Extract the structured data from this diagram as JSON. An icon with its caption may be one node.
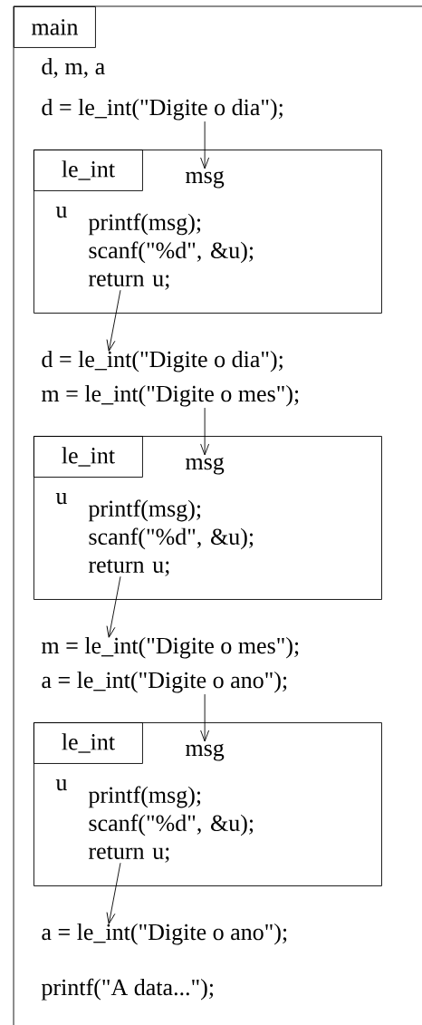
{
  "diagram": {
    "nodes": [
      {
        "text": [
          "main"
        ]
      },
      {
        "text": [
          "d = le_int(\"Digite o dia\");"
        ],
        "in": 0
      },
      {
        "text": [
          "le_int"
        ],
        "in": 0
      },
      {
        "text": [
          "msg"
        ],
        "in": 2
      },
      {
        "text": [
          "printf(msg); scanf(\"%d\", &u); return u;"
        ],
        "in": 2
      },
      {
        "text": [
          "d = le_int(\"Digite o dia\");"
        ],
        "in": 0
      },
      {
        "text": [
          "m = le_int(\"Digite o mes\");"
        ],
        "in": 0
      },
      {
        "text": [
          "le_int"
        ],
        "in": 0
      },
      {
        "text": [
          "msg"
        ],
        "in": 7
      },
      {
        "text": [
          "printf(msg); scanf(\"%d\", &u); return u;"
        ],
        "in": 7
      },
      {
        "text": [
          "m = le_int(\"Digite o mes\");"
        ],
        "in": 0
      },
      {
        "text": [
          "a = le_int(\"Digite o ano\");"
        ],
        "in": 0
      },
      {
        "text": [
          "le_int"
        ],
        "in": 0
      },
      {
        "text": [
          "msg"
        ],
        "in": 12
      },
      {
        "text": [
          "printf(msg); scanf(\"%d\", &u); return u;"
        ],
        "in": 12
      },
      {
        "text": [
          "a = le_int(\"Digite o ano\");"
        ],
        "in": 0
      }
    ],
    "edges": [
      {
        "from": 1,
        "to": 3,
        "arrow": "to"
      },
      {
        "from": 4,
        "to": 5,
        "arrow": "to"
      },
      {
        "from": 6,
        "to": 8,
        "arrow": "to"
      },
      {
        "from": 9,
        "to": 10,
        "arrow": "to"
      },
      {
        "from": 11,
        "to": 13,
        "arrow": "to"
      },
      {
        "from": 14,
        "to": 15,
        "arrow": "to"
      }
    ],
    "labels": [
      "d, m, a",
      "u",
      "u",
      "u",
      "printf(\"A data...\");"
    ]
  }
}
